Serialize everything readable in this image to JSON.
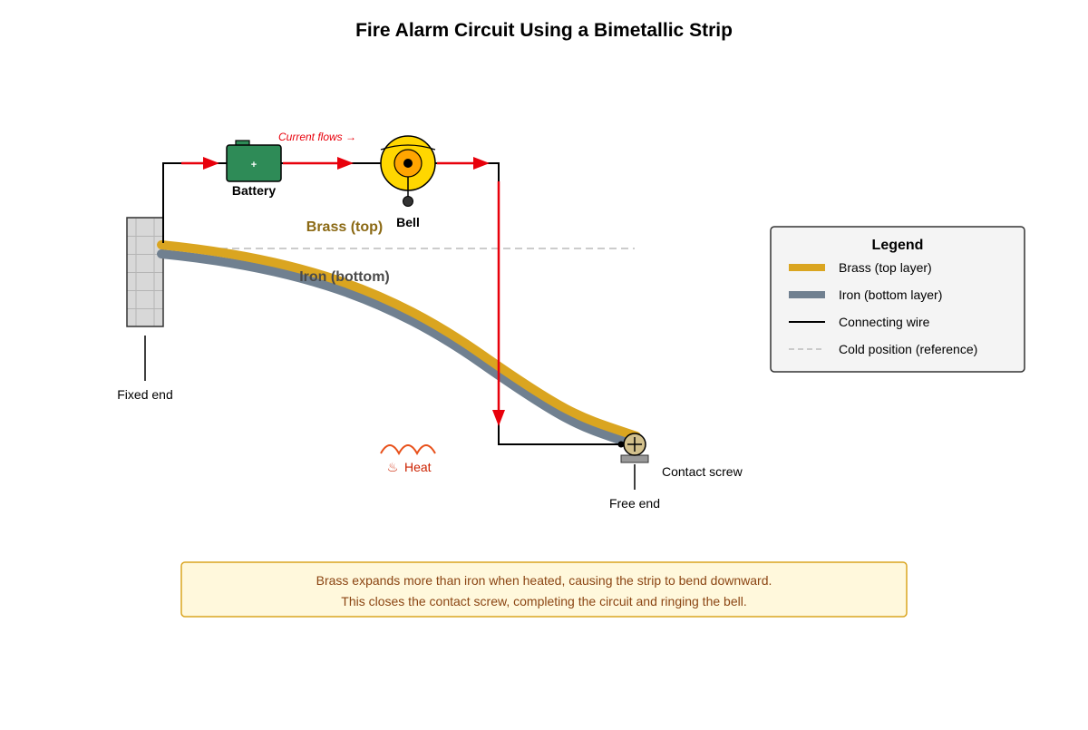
{
  "title": "Fire Alarm Circuit Using a Bimetallic Strip",
  "labels": {
    "battery": "Battery",
    "battery_sign": "+",
    "current_flows": "Current flows →",
    "bell": "Bell",
    "brass_top": "Brass (top)",
    "iron_bottom": "Iron (bottom)",
    "fixed_end": "Fixed end",
    "free_end": "Free end",
    "contact_screw": "Contact screw",
    "heat_symbol": "♨",
    "heat": "Heat"
  },
  "legend": {
    "title": "Legend",
    "items": [
      {
        "label": "Brass (top layer)",
        "color": "#DAA520",
        "style": "thick"
      },
      {
        "label": "Iron (bottom layer)",
        "color": "#708090",
        "style": "thick"
      },
      {
        "label": "Connecting wire",
        "color": "#000000",
        "style": "wire"
      },
      {
        "label": "Cold position (reference)",
        "color": "#BBBBBB",
        "style": "dashed"
      }
    ]
  },
  "note": {
    "line1": "Brass expands more than iron when heated, causing the strip to bend downward.",
    "line2": "This closes the contact screw, completing the circuit and ringing the bell."
  },
  "colors": {
    "brass": "#DAA520",
    "iron": "#708090",
    "wire": "#000000",
    "current": "#E8000B",
    "battery": "#2E8B57",
    "bell_outer": "#FFD700",
    "bell_inner": "#FFA500",
    "heat": "#E8501A",
    "note_bg": "#FFF8DC",
    "note_border": "#DAA520",
    "note_text": "#8B4513",
    "brass_label": "#8B6914",
    "iron_label": "#4A4A4A"
  }
}
